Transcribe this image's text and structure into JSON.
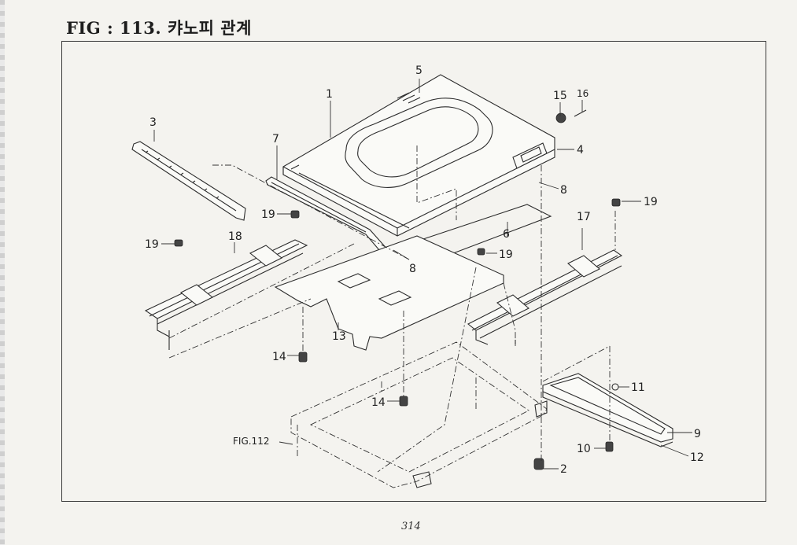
{
  "title": "FIG : 113. 캬노피 관계",
  "page_number": "314",
  "reference": "FIG.112",
  "callouts": [
    "1",
    "2",
    "3",
    "4",
    "5",
    "6",
    "7",
    "8",
    "8",
    "9",
    "10",
    "11",
    "12",
    "13",
    "14",
    "14",
    "15",
    "16",
    "17",
    "18",
    "19",
    "19",
    "19",
    "19"
  ]
}
